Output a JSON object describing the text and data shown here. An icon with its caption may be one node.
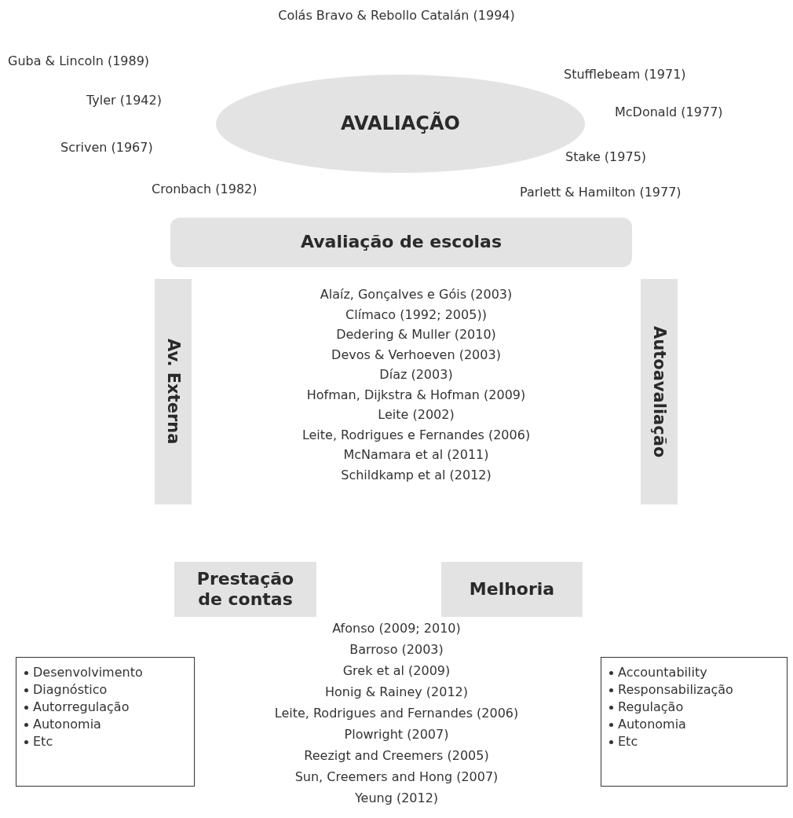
{
  "diagram": {
    "nodes": [
      {
        "text": [
          "AVALIAÇÃO"
        ]
      },
      {
        "text": [
          "Avaliação de escolas"
        ]
      },
      {
        "text": [
          "Av. Externa"
        ]
      },
      {
        "text": [
          "Autoavaliação"
        ]
      },
      {
        "text": [
          "Prestação de contas"
        ]
      },
      {
        "text": [
          "Melhoria"
        ]
      },
      {
        "text": [
          "Desenvolvimento",
          "Diagnóstico",
          "Autorregulação",
          "Autonomia",
          "Etc"
        ]
      },
      {
        "text": [
          "Accountability",
          "Responsabilização",
          "Regulação",
          "Autonomia",
          "Etc"
        ]
      }
    ],
    "edges": [],
    "labels": [
      "Colás Bravo & Rebollo Catalán (1994)",
      "Guba & Lincoln (1989)",
      "Stufflebeam (1971)",
      "Tyler (1942)",
      "McDonald (1977)",
      "Scriven (1967)",
      "Stake (1975)",
      "Cronbach (1982)",
      "Parlett & Hamilton (1977)",
      "Alaíz, Gonçalves e Góis (2003)",
      "Clímaco (1992; 2005))",
      "Dedering & Muller (2010)",
      "Devos & Verhoeven (2003)",
      "Díaz (2003)",
      "Hofman, Dijkstra & Hofman (2009)",
      "Leite (2002)",
      "Leite, Rodrigues e Fernandes (2006)",
      "McNamara et al (2011)",
      "Schildkamp et al (2012)",
      "Afonso (2009; 2010)",
      "Barroso (2003)",
      "Grek et al (2009)",
      "Honig & Rainey (2012)",
      "Leite, Rodrigues and Fernandes (2006)",
      "Plowright (2007)",
      "Reezigt and Creemers (2005)",
      "Sun, Creemers and Hong (2007)",
      "Yeung (2012)"
    ]
  }
}
